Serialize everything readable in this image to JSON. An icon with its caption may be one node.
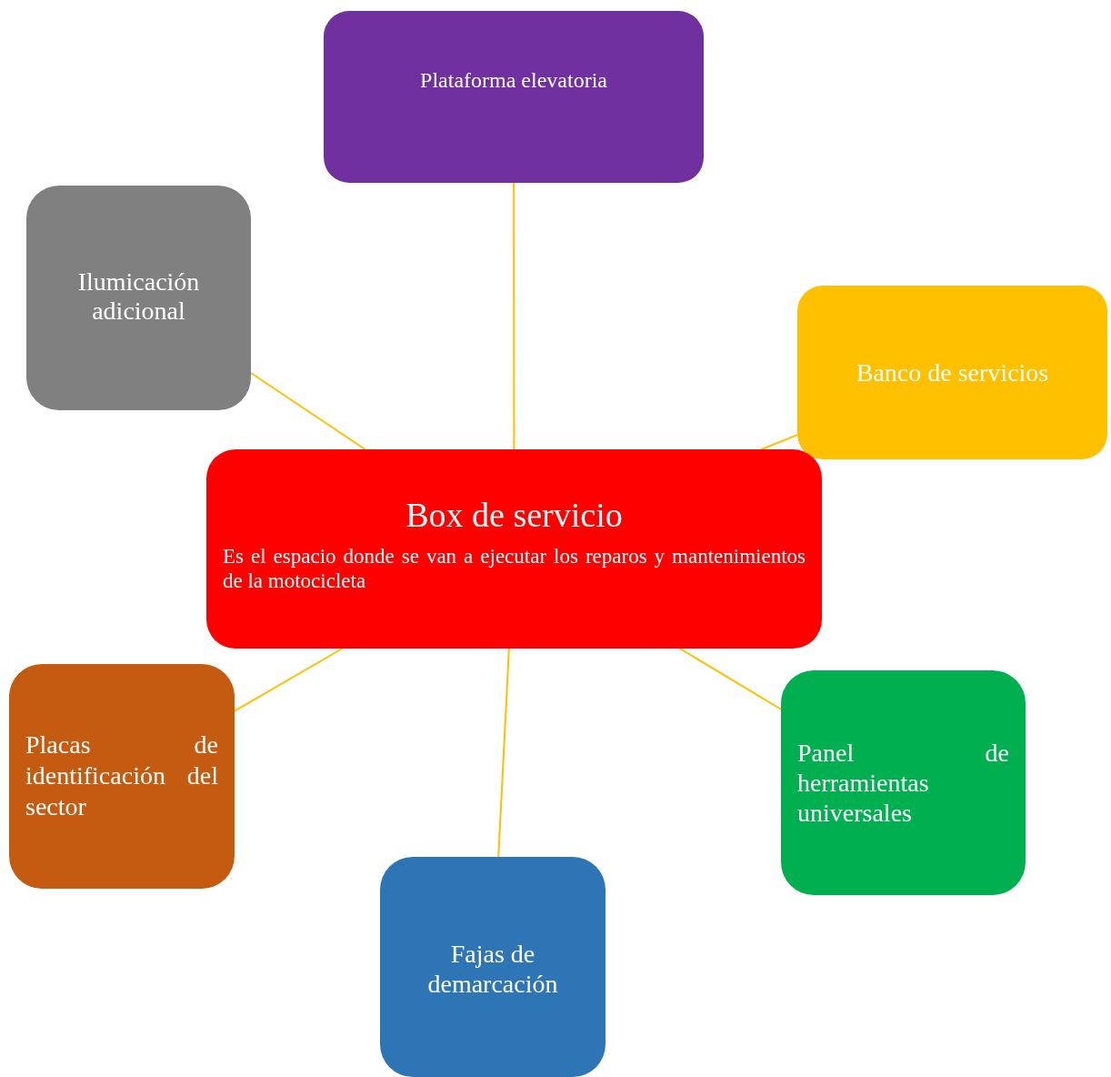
{
  "diagram": {
    "nodes": [
      {
        "text": [
          "Plataforma elevatoria"
        ]
      },
      {
        "text": [
          "Ilumicación adicional"
        ]
      },
      {
        "text": [
          "Banco de servicios"
        ]
      },
      {
        "text": [
          "Box de servicio",
          "Es el espacio donde se van a ejecutar los reparos y mantenimientos de la motocicleta"
        ]
      },
      {
        "text": [
          "Placas de identificación del sector"
        ]
      },
      {
        "text": [
          "Panel de herramientas universales"
        ]
      },
      {
        "text": [
          "Fajas de demarcación"
        ]
      }
    ],
    "edges": [
      {
        "from": 3,
        "to": 0,
        "arrow": "none"
      },
      {
        "from": 3,
        "to": 1,
        "arrow": "none"
      },
      {
        "from": 3,
        "to": 2,
        "arrow": "none"
      },
      {
        "from": 3,
        "to": 4,
        "arrow": "none"
      },
      {
        "from": 3,
        "to": 6,
        "arrow": "none"
      },
      {
        "from": 3,
        "to": 5,
        "arrow": "none"
      }
    ]
  }
}
